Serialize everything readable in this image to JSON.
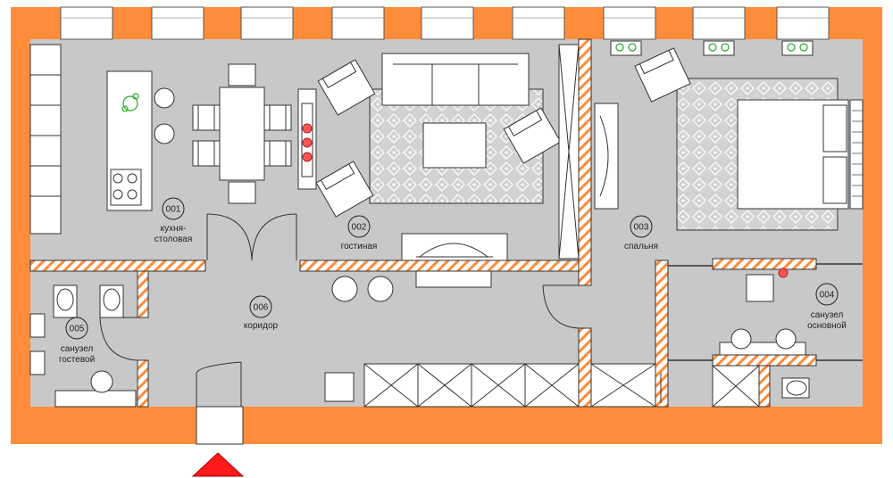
{
  "colors": {
    "wall": "#ff8c3a",
    "floor": "#c8c8c8",
    "furniture": "#ffffff",
    "line": "#333333",
    "hatch": "#ff8c3a",
    "rug": "#d4d4d4",
    "plant": "#22aa22",
    "flower": "#ff5555",
    "entrance": "#ff1a1a"
  },
  "rooms": [
    {
      "id": "kitchen",
      "number": "001",
      "label_lines": [
        "кухня-",
        "столовая"
      ]
    },
    {
      "id": "living",
      "number": "002",
      "label_lines": [
        "гостиная"
      ]
    },
    {
      "id": "bedroom",
      "number": "003",
      "label_lines": [
        "спальня"
      ]
    },
    {
      "id": "main-bath",
      "number": "004",
      "label_lines": [
        "санузел",
        "основной"
      ]
    },
    {
      "id": "guest-bath",
      "number": "005",
      "label_lines": [
        "санузел",
        "гостевой"
      ]
    },
    {
      "id": "corridor",
      "number": "006",
      "label_lines": [
        "коридор"
      ]
    }
  ],
  "entrance": {
    "icon": "entrance-arrow-icon"
  }
}
